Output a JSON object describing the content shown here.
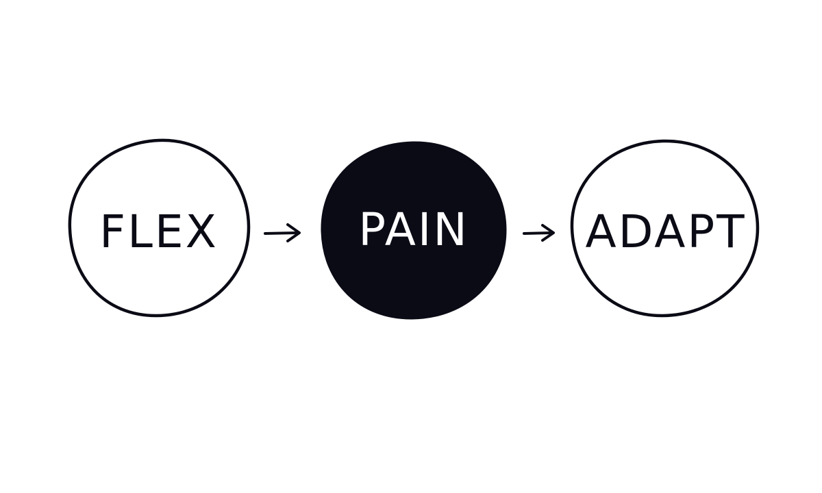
{
  "diagram": {
    "nodes": [
      {
        "id": "flex",
        "label": "FLEX",
        "filled": false
      },
      {
        "id": "pain",
        "label": "PAIN",
        "filled": true
      },
      {
        "id": "adapt",
        "label": "ADAPT",
        "filled": false
      }
    ],
    "edges": [
      {
        "from": "flex",
        "to": "pain"
      },
      {
        "from": "pain",
        "to": "adapt"
      }
    ],
    "colors": {
      "background": "#ffffff",
      "ink": "#0b0b16",
      "filled_text": "#ffffff"
    }
  }
}
